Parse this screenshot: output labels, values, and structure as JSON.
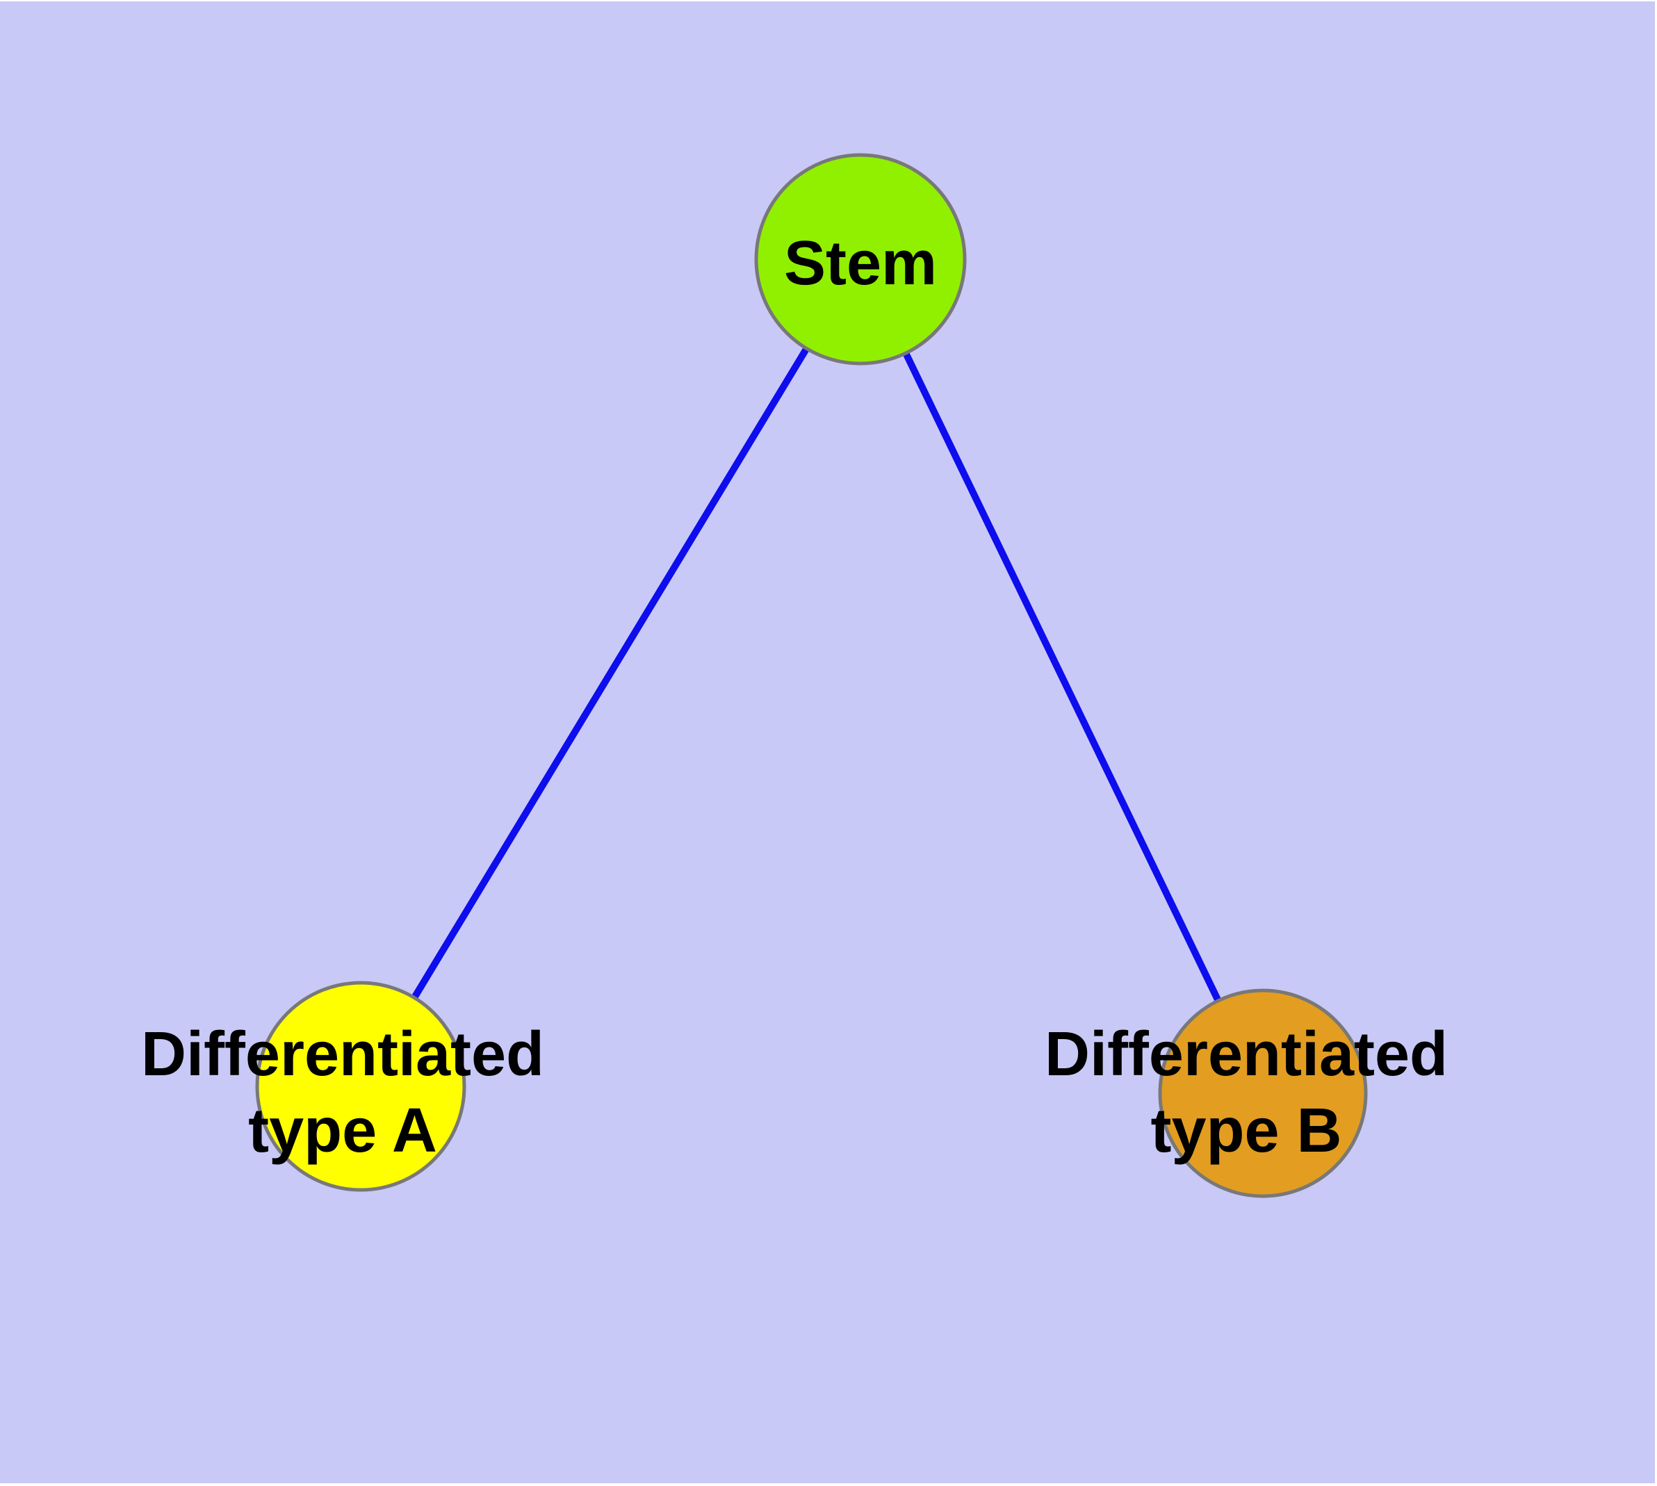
{
  "figure": {
    "description": "Stem cell differentiation graph: one stem node connected to two differentiated type nodes",
    "frame_color": "#ffffff",
    "background_color": "#c9c9f7",
    "edge_color": "#0d0dee",
    "node_border_color": "#787878",
    "label_color": "#000000",
    "nodes": {
      "stem": {
        "label": "Stem",
        "fill": "#91f000"
      },
      "type_a": {
        "label_line1": "Differentiated",
        "label_line2": "type A",
        "fill": "#ffff00"
      },
      "type_b": {
        "label_line1": "Differentiated",
        "label_line2": "type B",
        "fill": "#e39d20"
      }
    },
    "edges": [
      {
        "from": "Stem",
        "to": "Differentiated type A"
      },
      {
        "from": "Stem",
        "to": "Differentiated type B"
      }
    ]
  }
}
